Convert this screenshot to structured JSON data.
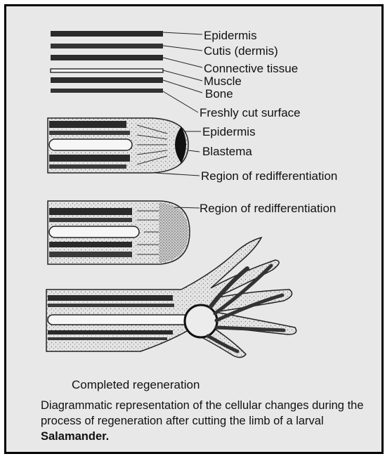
{
  "diagram": {
    "stage1_labels": {
      "epidermis": "Epidermis",
      "cutis": "Cutis (dermis)",
      "connective": "Connective tissue",
      "muscle": "Muscle",
      "bone": "Bone",
      "cut_surface": "Freshly cut surface"
    },
    "stage2_labels": {
      "epidermis": "Epidermis",
      "blastema": "Blastema",
      "redifferentiation": "Region of redifferentiation"
    },
    "stage3_labels": {
      "redifferentiation": "Region of redifferentiation"
    },
    "stage4_label": "Completed regeneration",
    "caption_text": "Diagrammatic representation of the cellular changes during the process of regeneration after cutting the limb of a larval",
    "caption_bold": "Salamander."
  }
}
